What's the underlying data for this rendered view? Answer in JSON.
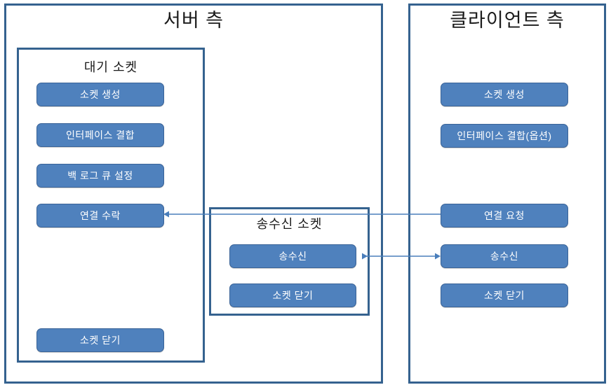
{
  "diagram": {
    "title_server": "서버 측",
    "title_client": "클라이언트 측",
    "subpanel_listening": "대기 소켓",
    "subpanel_transfer": "송수신 소켓",
    "colors": {
      "node_fill": "#4F81BD",
      "node_border": "#3A6397",
      "panel_border": "#35628F",
      "arrow": "#4A7EBB",
      "node_text": "#FFFFFF",
      "title_text": "#1A1A1A"
    }
  },
  "server": {
    "listening_socket": {
      "title": "대기 소켓",
      "nodes": [
        {
          "label": "소켓 생성"
        },
        {
          "label": "인터페이스 결합"
        },
        {
          "label": "백 로그 큐 설정"
        },
        {
          "label": "연결 수락"
        },
        {
          "label": "소켓 닫기"
        }
      ]
    },
    "transfer_socket": {
      "title": "송수신 소켓",
      "nodes": [
        {
          "label": "송수신"
        },
        {
          "label": "소켓 닫기"
        }
      ]
    }
  },
  "client": {
    "nodes": [
      {
        "label": "소켓 생성"
      },
      {
        "label": "인터페이스 결합(옵션)"
      },
      {
        "label": "연결 요청"
      },
      {
        "label": "송수신"
      },
      {
        "label": "소켓 닫기"
      }
    ]
  },
  "connections": [
    {
      "name": "connect-request",
      "from": "client-connect-request",
      "to": "server-accept",
      "direction": "left"
    },
    {
      "name": "data-transfer",
      "from": "server-transfer",
      "to": "client-transfer",
      "direction": "both"
    }
  ]
}
